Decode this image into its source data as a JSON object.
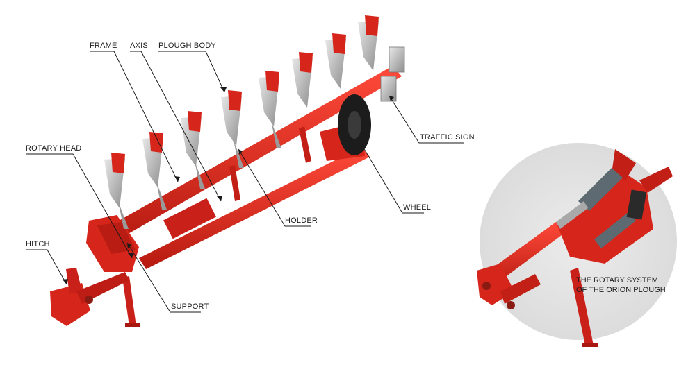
{
  "labels": {
    "frame": "FRAME",
    "axis": "AXIS",
    "plough_body": "PLOUGH BODY",
    "traffic_sign": "TRAFFIC SIGN",
    "rotary_head": "ROTARY HEAD",
    "wheel": "WHEEL",
    "holder": "HOLDER",
    "hitch": "HITCH",
    "support": "SUPPORT"
  },
  "detail_caption": {
    "line1": "THE ROTARY SYSTEM",
    "line2": "OF THE ORION PLOUGH"
  },
  "colors": {
    "machine_red": "#e02a1e",
    "machine_dark_red": "#a81810",
    "steel": "#b9b9b9",
    "tyre": "#1c1c1c",
    "detail_circle": "#e6e6e6",
    "leader_line": "#1a1a1a"
  }
}
